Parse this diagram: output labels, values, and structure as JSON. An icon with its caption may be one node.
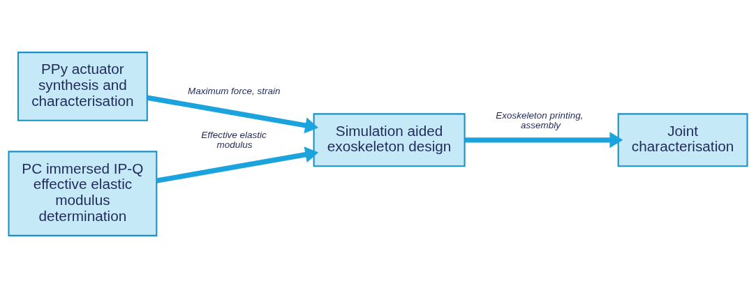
{
  "diagram": {
    "nodes": [
      {
        "text": [
          "PPy actuator synthesis and characterisation"
        ]
      },
      {
        "text": [
          "PC immersed IP-Q effective elastic modulus determination"
        ]
      },
      {
        "text": [
          "Simulation aided exoskeleton design"
        ]
      },
      {
        "text": [
          "Joint characterisation"
        ]
      }
    ],
    "edges": [
      {
        "from": 0,
        "to": 2,
        "arrow": "to",
        "label": "Maximum force, strain"
      },
      {
        "from": 1,
        "to": 2,
        "arrow": "to",
        "label": "Effective elastic modulus"
      },
      {
        "from": 2,
        "to": 3,
        "arrow": "to",
        "label": "Exoskeleton printing, assembly"
      }
    ]
  }
}
